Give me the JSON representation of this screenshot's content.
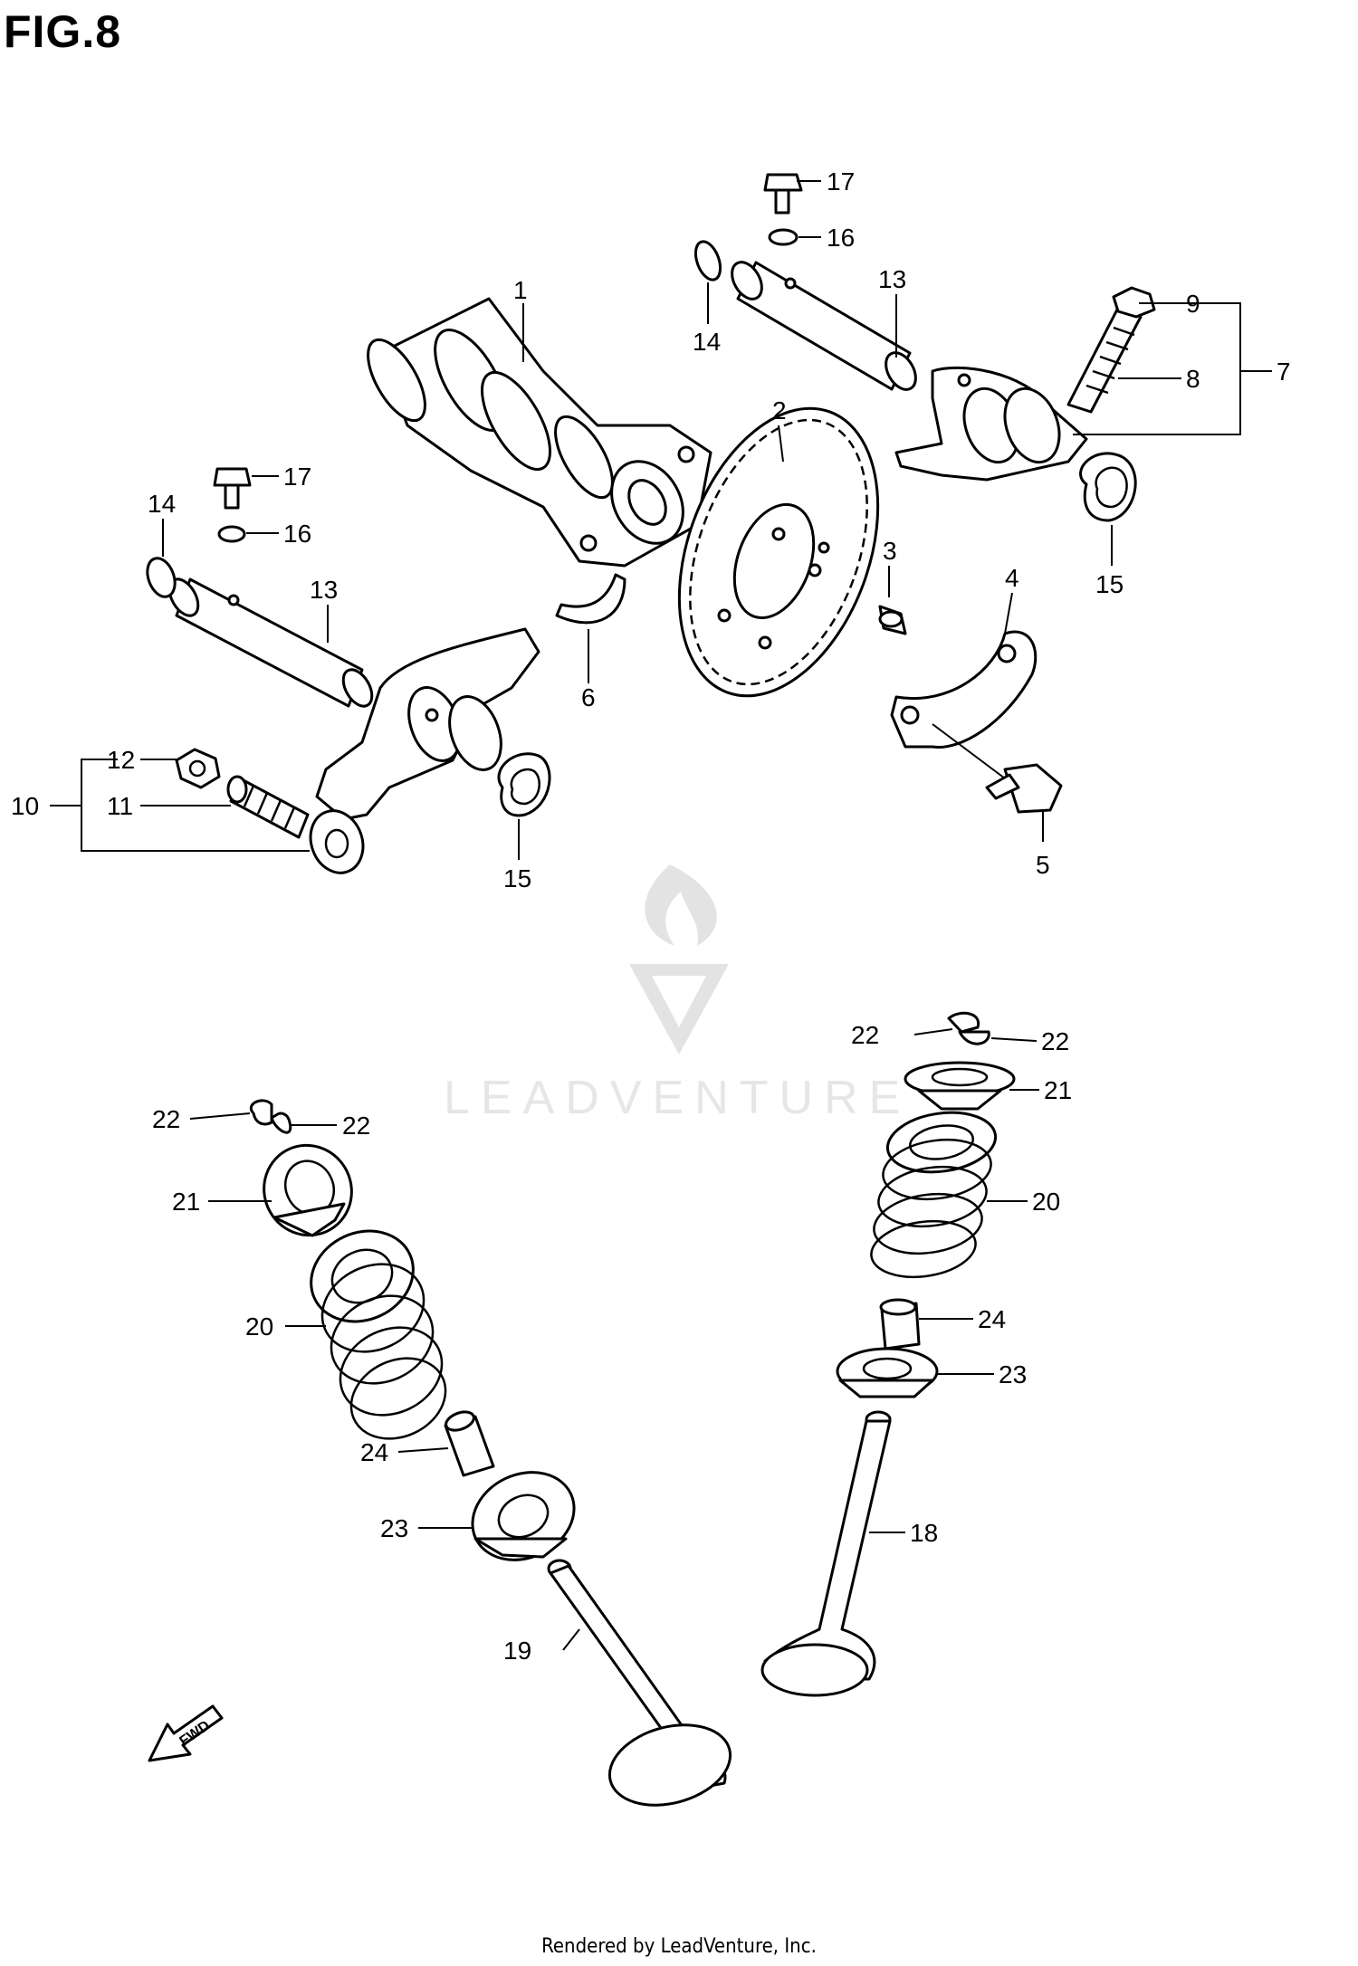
{
  "figure": {
    "title": "FIG.8"
  },
  "watermark": {
    "text": "LEADVENTURE"
  },
  "footer": {
    "text": "Rendered by LeadVenture, Inc."
  },
  "fwd_label": "FWD",
  "callouts": {
    "c1": "1",
    "c2": "2",
    "c3": "3",
    "c4": "4",
    "c5": "5",
    "c6": "6",
    "c7": "7",
    "c8": "8",
    "c9": "9",
    "c10": "10",
    "c11": "11",
    "c12": "12",
    "c13a": "13",
    "c13b": "13",
    "c14a": "14",
    "c14b": "14",
    "c15a": "15",
    "c15b": "15",
    "c16a": "16",
    "c16b": "16",
    "c17a": "17",
    "c17b": "17",
    "c18": "18",
    "c19": "19",
    "c20a": "20",
    "c20b": "20",
    "c21a": "21",
    "c21b": "21",
    "c22a": "22",
    "c22b": "22",
    "c22c": "22",
    "c22d": "22",
    "c23a": "23",
    "c23b": "23",
    "c24a": "24",
    "c24b": "24"
  }
}
